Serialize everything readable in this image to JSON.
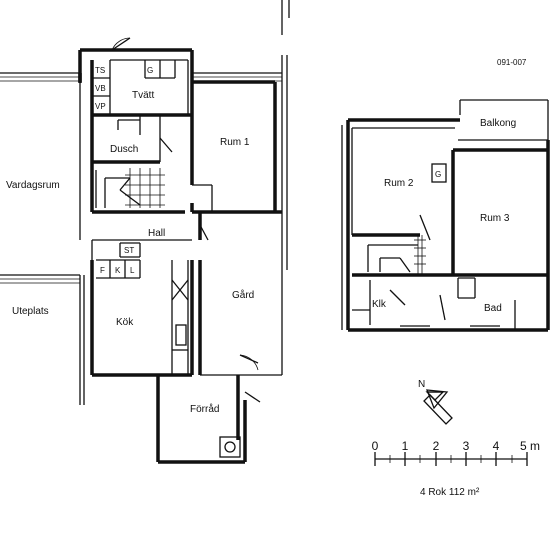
{
  "drawing_id": "091-007",
  "apartment_summary": "4 Rok 112 m²",
  "north_label": "N",
  "ground_floor_rooms": {
    "vardagsrum": "Vardagsrum",
    "uteplats": "Uteplats",
    "tvatt": "Tvätt",
    "dusch": "Dusch",
    "rum1": "Rum 1",
    "hall": "Hall",
    "kok": "Kök",
    "gard": "Gård",
    "forrad": "Förråd"
  },
  "fixtures": {
    "ts": "TS",
    "vb": "VB",
    "vp": "VP",
    "g": "G",
    "st": "ST",
    "f": "F",
    "k": "K",
    "l": "L"
  },
  "upper_floor_rooms": {
    "balkong": "Balkong",
    "rum2": "Rum 2",
    "g": "G",
    "rum3": "Rum 3",
    "klk": "Klk",
    "bad": "Bad"
  },
  "scale": {
    "labels": [
      "0",
      "1",
      "2",
      "3",
      "4",
      "5 m"
    ]
  }
}
